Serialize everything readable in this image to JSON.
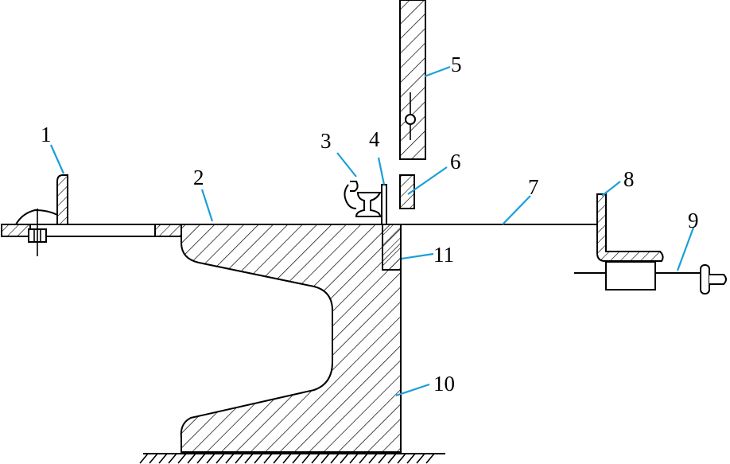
{
  "labels": {
    "l1": "1",
    "l2": "2",
    "l3": "3",
    "l4": "4",
    "l5": "5",
    "l6": "6",
    "l7": "7",
    "l8": "8",
    "l9": "9",
    "l10": "10",
    "l11": "11"
  },
  "colors": {
    "outline": "#000000",
    "leader": "#1a9fd8",
    "background": "#ffffff"
  }
}
